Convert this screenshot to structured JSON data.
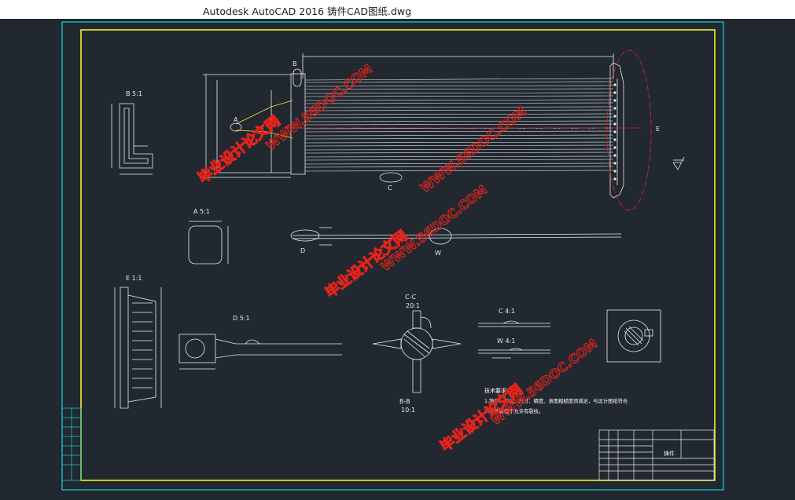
{
  "window": {
    "title": "Autodesk AutoCAD 2016     铸件CAD图纸.dwg"
  },
  "drawing": {
    "colors": {
      "background": "#212830",
      "frame": "#19c7c9",
      "border": "#f4ef2d",
      "lines": "#e8ecef",
      "centerline": "#e0252a",
      "watermark": "#e2241b"
    },
    "views": {
      "view_b_title": "B 5:1",
      "view_a_title": "A 5:1",
      "view_e_title": "E 1:1",
      "view_d_title": "D 5:1",
      "section_cc_title": "C-C",
      "section_cc_scale": "20:1",
      "section_bb_title": "B-B",
      "section_bb_scale": "10:1",
      "detail_c_title": "C 4:1",
      "detail_w_title": "W 4:1"
    },
    "callouts": {
      "a": "A",
      "b": "B",
      "c": "C",
      "d": "D",
      "w": "W",
      "e": "E"
    },
    "notes": {
      "heading": "技术要求",
      "line1": "1.铸件、形状、尺寸、精度、表面粗糙度须满足，与设计图纸符合",
      "line2": "2.铸件表面不允许有裂纹。"
    },
    "title_block": {
      "part_name": "铸件"
    },
    "watermarks": [
      {
        "text": "毕业设计论文网"
      },
      {
        "text": "WWW.56DOC.COM"
      },
      {
        "text": "WWW.56DOC.COM"
      },
      {
        "text": "毕业设计论文网"
      },
      {
        "text": "WWW.56DOC.COM"
      },
      {
        "text": "WWW.56DOC.COM"
      },
      {
        "text": "毕业设计论文网"
      }
    ]
  }
}
